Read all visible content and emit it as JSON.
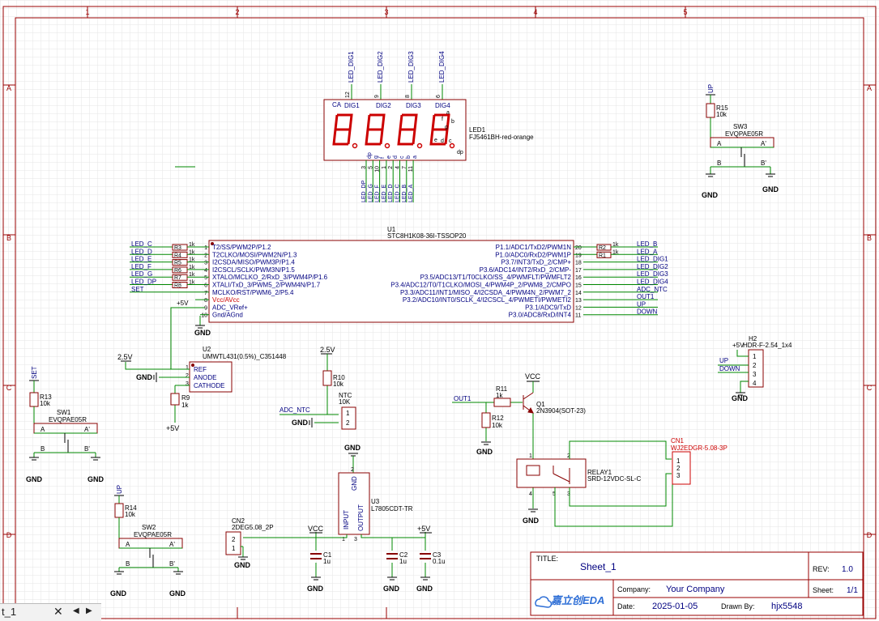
{
  "colors": {
    "grid": "#e6e6e6",
    "border": "#990000",
    "wire": "#008800",
    "body": "#880000",
    "net": "#000080",
    "pin": "#000000",
    "red": "#cc0000"
  },
  "frame": {
    "cols": [
      "1",
      "2",
      "3",
      "4",
      "5"
    ],
    "rows": [
      "A",
      "B",
      "C",
      "D"
    ]
  },
  "title_block": {
    "title_label": "TITLE:",
    "title": "Sheet_1",
    "rev_label": "REV:",
    "rev": "1.0",
    "company_label": "Company:",
    "company": "Your Company",
    "sheet_label": "Sheet:",
    "sheet": "1/1",
    "date_label": "Date:",
    "date": "2025-01-05",
    "drawn_label": "Drawn By:",
    "drawn": "hjx5548",
    "logo": "嘉立创EDA"
  },
  "tab": {
    "label": "t_1",
    "close_icon": "close-icon",
    "prev_icon": "chevron-left-icon",
    "next_icon": "chevron-right-icon"
  },
  "led1": {
    "designator": "LED1",
    "part": "FJ5461BH-red-orange",
    "ca": "CA",
    "digits": [
      "DIG1",
      "DIG2",
      "DIG3",
      "DIG4"
    ],
    "top_nets": [
      "LED_DIG1",
      "LED_DIG2",
      "LED_DIG3",
      "LED_DIG4"
    ],
    "top_pins": [
      "12",
      "9",
      "8",
      "6"
    ],
    "bottom_nets": [
      "LED_DP",
      "LED_G",
      "LED_F",
      "LED_E",
      "LED_D",
      "LED_C",
      "LED_B",
      "LED_A"
    ],
    "bottom_pins": [
      "3",
      "5",
      "10",
      "1",
      "2",
      "4",
      "7",
      "11"
    ],
    "seg_letters": [
      "dp",
      "g",
      "f",
      "e",
      "d",
      "c",
      "b",
      "a"
    ],
    "small_letters": [
      "a",
      "f",
      "g",
      "b",
      "e",
      "c",
      "d",
      "dp"
    ]
  },
  "u1": {
    "designator": "U1",
    "part": "STC8H1K08-36I-TSSOP20",
    "left": [
      {
        "num": "1",
        "name": "T2/SS/PWM2P/P1.2",
        "net": "LED_C",
        "r": "R3",
        "rv": "1k"
      },
      {
        "num": "2",
        "name": "T2CLKO/MOSI/PWM2N/P1.3",
        "net": "LED_D",
        "r": "R4",
        "rv": "1k"
      },
      {
        "num": "3",
        "name": "I2CSDA/MISO/PWM3P/P1.4",
        "net": "LED_E",
        "r": "R5",
        "rv": "1k"
      },
      {
        "num": "4",
        "name": "I2CSCL/SCLK/PWM3N/P1.5",
        "net": "LED_F",
        "r": "R6",
        "rv": "1k"
      },
      {
        "num": "5",
        "name": "XTALO/MCLKO_2/RxD_3/PWM4P/P1.6",
        "net": "LED_G",
        "r": "R7",
        "rv": "1k"
      },
      {
        "num": "6",
        "name": "XTALI/TxD_3/PWM5_2/PWM4N/P1.7",
        "net": "LED_DP",
        "r": "R8",
        "rv": "1k"
      },
      {
        "num": "7",
        "name": "MCLKO/RST/PWM6_2/P5.4",
        "net": "SET",
        "r": "",
        "rv": ""
      },
      {
        "num": "8",
        "name": "Vcc/AVcc",
        "net": "+5V",
        "r": "",
        "rv": ""
      },
      {
        "num": "9",
        "name": "ADC_VRef+",
        "net": "",
        "r": "",
        "rv": ""
      },
      {
        "num": "10",
        "name": "Gnd/AGnd",
        "net": "GND",
        "r": "",
        "rv": ""
      }
    ],
    "right": [
      {
        "num": "20",
        "name": "P1.1/ADC1/TxD2/PWM1N",
        "net": "LED_B",
        "r": "R2",
        "rv": "1k"
      },
      {
        "num": "19",
        "name": "P1.0/ADC0/RxD2/PWM1P",
        "net": "LED_A",
        "r": "R1",
        "rv": "1k"
      },
      {
        "num": "18",
        "name": "P3.7/INT3/TxD_2/CMP+",
        "net": "LED_DIG1",
        "r": "",
        "rv": ""
      },
      {
        "num": "17",
        "name": "P3.6/ADC14/INT2/RxD_2/CMP-",
        "net": "LED_DIG2",
        "r": "",
        "rv": ""
      },
      {
        "num": "16",
        "name": "P3.5/ADC13/T1/T0CLKO/SS_4/PWMFLT/PWMFLT2",
        "net": "LED_DIG3",
        "r": "",
        "rv": ""
      },
      {
        "num": "15",
        "name": "P3.4/ADC12/T0/T1CLKO/MOSI_4/PWM4P_2/PWM8_2/CMPO",
        "net": "LED_DIG4",
        "r": "",
        "rv": ""
      },
      {
        "num": "14",
        "name": "P3.3/ADC11/INT1/MISO_4/I2CSDA_4/PWM4N_2/PWM7_2",
        "net": "ADC_NTC",
        "r": "",
        "rv": ""
      },
      {
        "num": "13",
        "name": "P3.2/ADC10/INT0/SCLK_4/I2CSCL_4/PWMETI/PWMETI2",
        "net": "OUT1",
        "r": "",
        "rv": ""
      },
      {
        "num": "12",
        "name": "P3.1/ADC9/TxD",
        "net": "UP",
        "r": "",
        "rv": ""
      },
      {
        "num": "11",
        "name": "P3.0/ADC8/RxD/INT4",
        "net": "DOWN",
        "r": "",
        "rv": ""
      }
    ]
  },
  "u2": {
    "designator": "U2",
    "part": "UMWTL431(0.5%)_C351448",
    "pins": [
      "REF",
      "ANODE",
      "CATHODE"
    ],
    "net_top": "2.5V",
    "gnd": "GND",
    "r9": "R9",
    "r9v": "1k",
    "vplus": "+5V"
  },
  "u3": {
    "designator": "U3",
    "part": "L7805CDT-TR",
    "input": "INPUT",
    "output": "OUTPUT",
    "gnd_pin": "GND",
    "pin1": "1",
    "pin2": "2",
    "pin3": "3"
  },
  "ntc": {
    "r10": "R10",
    "r10v": "10k",
    "net_top": "2.5V",
    "conn": "NTC",
    "connv": "10K",
    "net": "ADC_NTC",
    "gnd": "GND",
    "pin1": "1",
    "pin2": "2"
  },
  "q1": {
    "designator": "Q1",
    "part": "2N3904(SOT-23)",
    "vcc": "VCC",
    "r11": "R11",
    "r11v": "1k",
    "r12": "R12",
    "r12v": "10k",
    "net": "OUT1",
    "gnd": "GND"
  },
  "relay": {
    "designator": "RELAY1",
    "part": "SRD-12VDC-SL-C",
    "pins": [
      "1",
      "2",
      "3",
      "4",
      "5"
    ],
    "gnd": "GND"
  },
  "cn1": {
    "designator": "CN1",
    "part": "WJ2EDGR-5.08-3P",
    "pins": [
      "1",
      "2",
      "3"
    ]
  },
  "cn2": {
    "designator": "CN2",
    "part": "2DEG5.08_2P",
    "pins": [
      "2",
      "1"
    ],
    "gnd": "GND"
  },
  "h2": {
    "designator": "H2",
    "part": "HDR-F-2.54_1x4",
    "vplus": "+5V",
    "nets": [
      "UP",
      "DOWN"
    ],
    "pins": [
      "1",
      "2",
      "3",
      "4"
    ],
    "gnd": "GND"
  },
  "caps": [
    {
      "d": "C1",
      "v": "1u"
    },
    {
      "d": "C2",
      "v": "1u"
    },
    {
      "d": "C3",
      "v": "0.1u"
    }
  ],
  "power": {
    "vcc": "VCC",
    "v5": "+5V",
    "gnd": "GND"
  },
  "sw1": {
    "designator": "SW1",
    "part": "EVQPAE05R",
    "net": "SET",
    "r": "R13",
    "rv": "10k",
    "a": "A",
    "a2": "A'",
    "b": "B",
    "b2": "B'"
  },
  "sw2": {
    "designator": "SW2",
    "part": "EVQPAE05R",
    "net": "UP",
    "r": "R14",
    "rv": "10k",
    "a": "A",
    "a2": "A'",
    "b": "B",
    "b2": "B'"
  },
  "sw3": {
    "designator": "SW3",
    "part": "EVQPAE05R",
    "net": "UP",
    "r": "R15",
    "rv": "10k",
    "a": "A",
    "a2": "A'",
    "b": "B",
    "b2": "B'"
  },
  "pins_misc": {
    "u1_8": "8",
    "u1_10": "10",
    "u2_1": "1",
    "u2_2": "2",
    "u2_3": "3"
  }
}
